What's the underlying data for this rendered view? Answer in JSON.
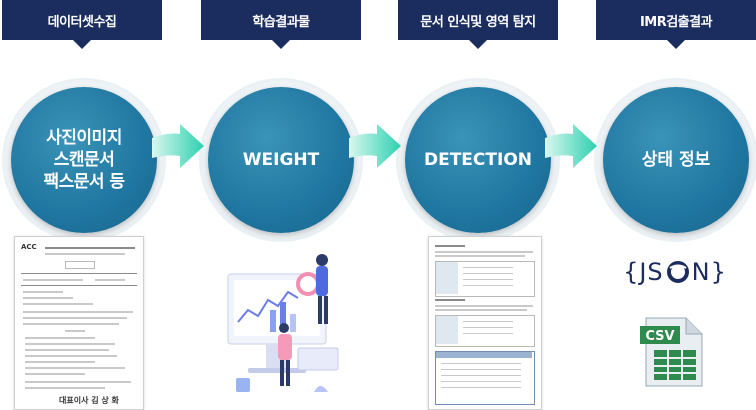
{
  "steps": [
    {
      "header": "데이터셋수집",
      "circle_lines": [
        "사진이미지",
        "스캔문서",
        "팩스문서 등"
      ]
    },
    {
      "header": "학습결과물",
      "circle_lines": [
        "WEIGHT"
      ]
    },
    {
      "header": "문서 인식및 영역 탐지",
      "circle_lines": [
        "DETECTION"
      ]
    },
    {
      "header": "IMR검출결과",
      "circle_lines": [
        "상태 정보"
      ]
    }
  ],
  "outputs": {
    "json_label": "{JS",
    "json_label_end": "N}",
    "csv_label": "CSV"
  },
  "document": {
    "logo": "ACC",
    "signature": "대표이사 김 상 화"
  },
  "colors": {
    "header_bg": "#1b2d5e",
    "circle": "#1f76a0",
    "arrow": "#3fd6b8"
  }
}
